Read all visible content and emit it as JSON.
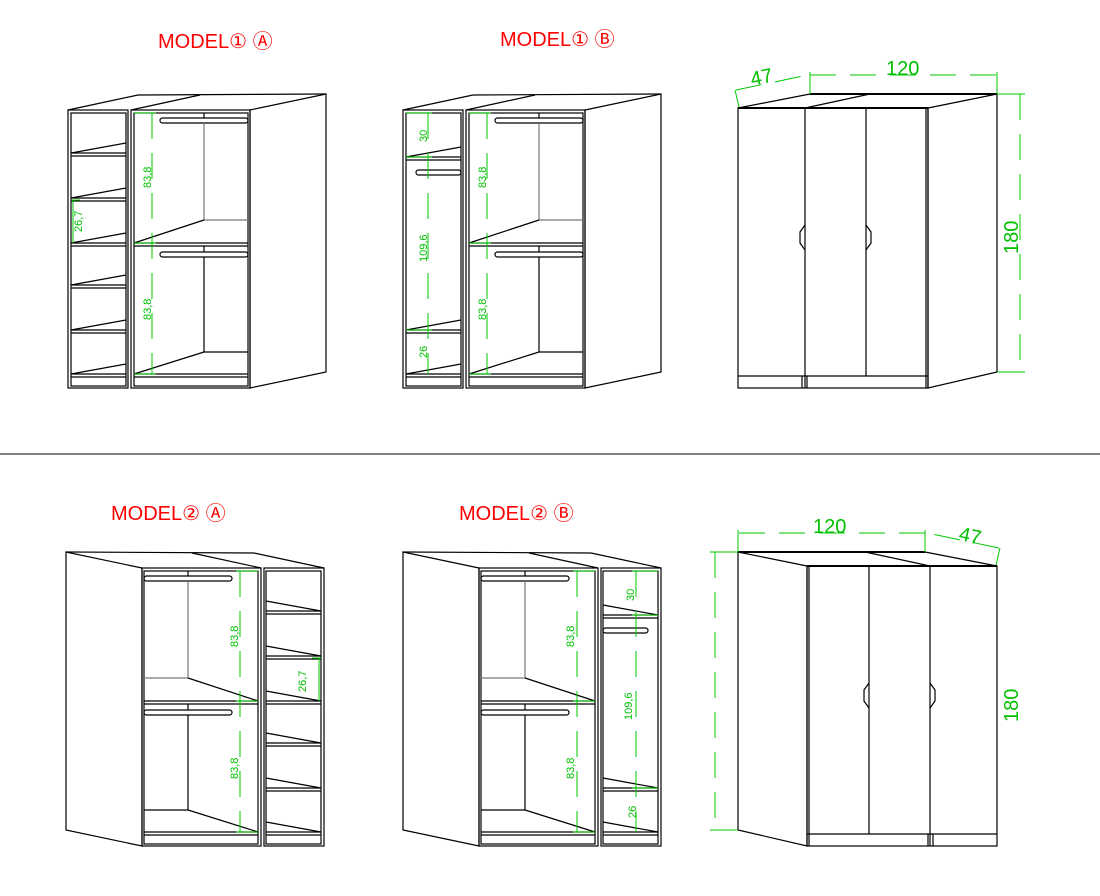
{
  "titles": {
    "model1a": "MODEL① Ⓐ",
    "model1b": "MODEL① Ⓑ",
    "model2a": "MODEL② Ⓐ",
    "model2b": "MODEL② Ⓑ"
  },
  "dimensions": {
    "hanging_upper": "83,8",
    "hanging_lower": "83,8",
    "shelf_spacing": "26,7",
    "top_shelf": "30",
    "long_hanging": "109,6",
    "bottom_shelf": "26",
    "depth": "47",
    "width": "120",
    "height": "180"
  },
  "colors": {
    "title": "#ff0000",
    "dimension": "#00c800",
    "line": "#000000"
  }
}
